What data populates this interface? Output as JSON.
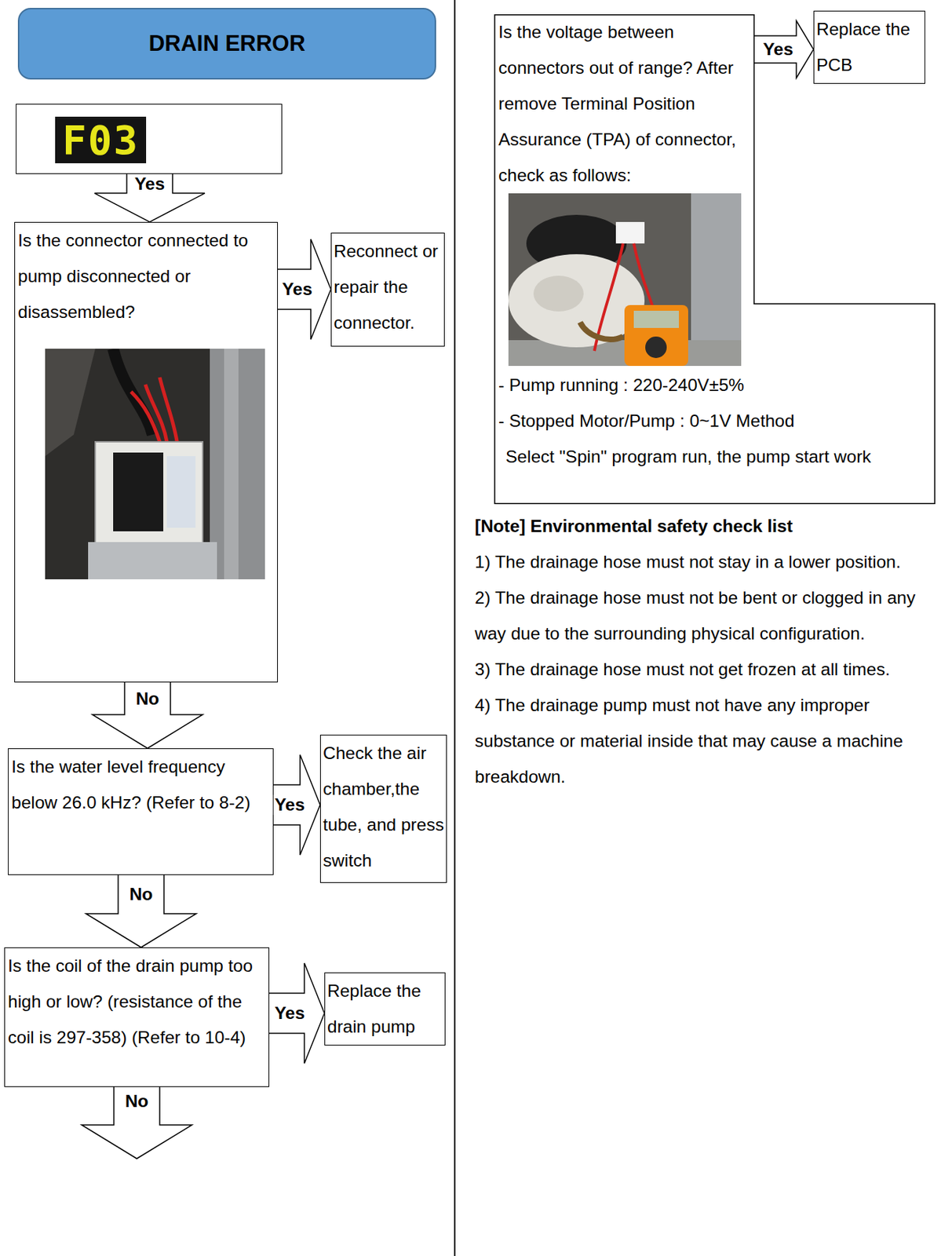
{
  "diagram": {
    "title": "DRAIN ERROR",
    "nodes": [
      {
        "text": [
          "F03"
        ]
      },
      {
        "text": [
          "Is the connector connected to pump disconnected or disassembled?"
        ]
      },
      {
        "text": [
          "Reconnect or repair the connector."
        ]
      },
      {
        "text": [
          "Is the water level frequency below 26.0 kHz? (Refer to 8-2)"
        ]
      },
      {
        "text": [
          "Check the air chamber,the tube, and press switch"
        ]
      },
      {
        "text": [
          "Is the coil of the drain pump too high or low? (resistance of the coil is 297-358) (Refer to 10-4)"
        ]
      },
      {
        "text": [
          "Replace the drain pump"
        ]
      },
      {
        "text": [
          "Is the voltage between connectors out of range? After remove Terminal Position Assurance (TPA) of connector, check as follows:",
          "- Pump running : 220-240V±5%",
          "- Stopped Motor/Pump : 0~1V Method",
          "Select \"Spin\" program run, the pump start work"
        ]
      },
      {
        "text": [
          "Replace the PCB"
        ]
      }
    ],
    "edges": [
      {
        "from": 0,
        "to": 1,
        "label": "Yes",
        "arrow": "to"
      },
      {
        "from": 1,
        "to": 2,
        "label": "Yes",
        "arrow": "to"
      },
      {
        "from": 1,
        "to": 3,
        "label": "No",
        "arrow": "to"
      },
      {
        "from": 3,
        "to": 4,
        "label": "Yes",
        "arrow": "to"
      },
      {
        "from": 3,
        "to": 5,
        "label": "No",
        "arrow": "to"
      },
      {
        "from": 5,
        "to": 6,
        "label": "Yes",
        "arrow": "to"
      },
      {
        "from": 7,
        "to": 8,
        "label": "Yes",
        "arrow": "to"
      }
    ],
    "labels": [
      "No",
      "[Note] Environmental safety check list",
      "1) The drainage hose must not stay in a lower position.",
      "2) The drainage hose must not be bent or clogged in any way due to the surrounding physical configuration.",
      "3) The drainage hose must not get frozen at all times.",
      "4) The drainage pump must not have any improper substance or material inside that may cause a machine breakdown."
    ]
  }
}
